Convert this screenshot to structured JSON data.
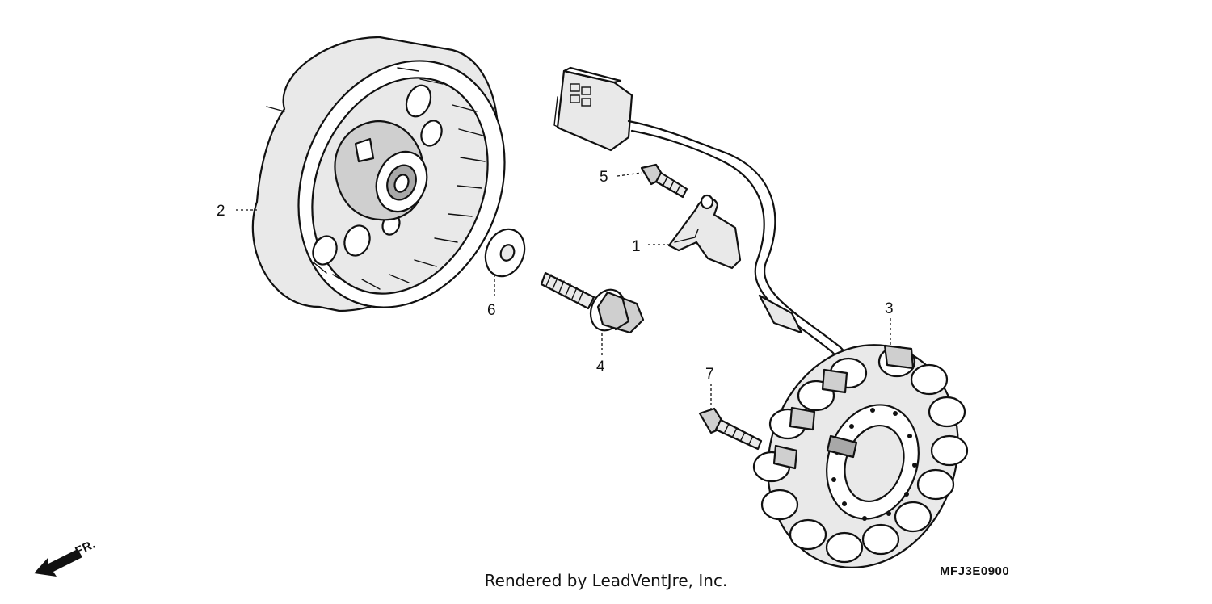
{
  "parts": [
    {
      "callout": "1",
      "part": "stator-wire-clamp"
    },
    {
      "callout": "2",
      "part": "flywheel-rotor"
    },
    {
      "callout": "3",
      "part": "stator-assembly"
    },
    {
      "callout": "4",
      "part": "flange-bolt"
    },
    {
      "callout": "5",
      "part": "clamp-bolt"
    },
    {
      "callout": "6",
      "part": "washer"
    },
    {
      "callout": "7",
      "part": "stator-socket-bolt"
    }
  ],
  "direction_indicator": "FR.",
  "diagram_code": "MFJ3E0900",
  "credit": "Rendered by LeadVentJre, Inc.",
  "colors": {
    "ink": "#111111",
    "background": "#ffffff"
  }
}
